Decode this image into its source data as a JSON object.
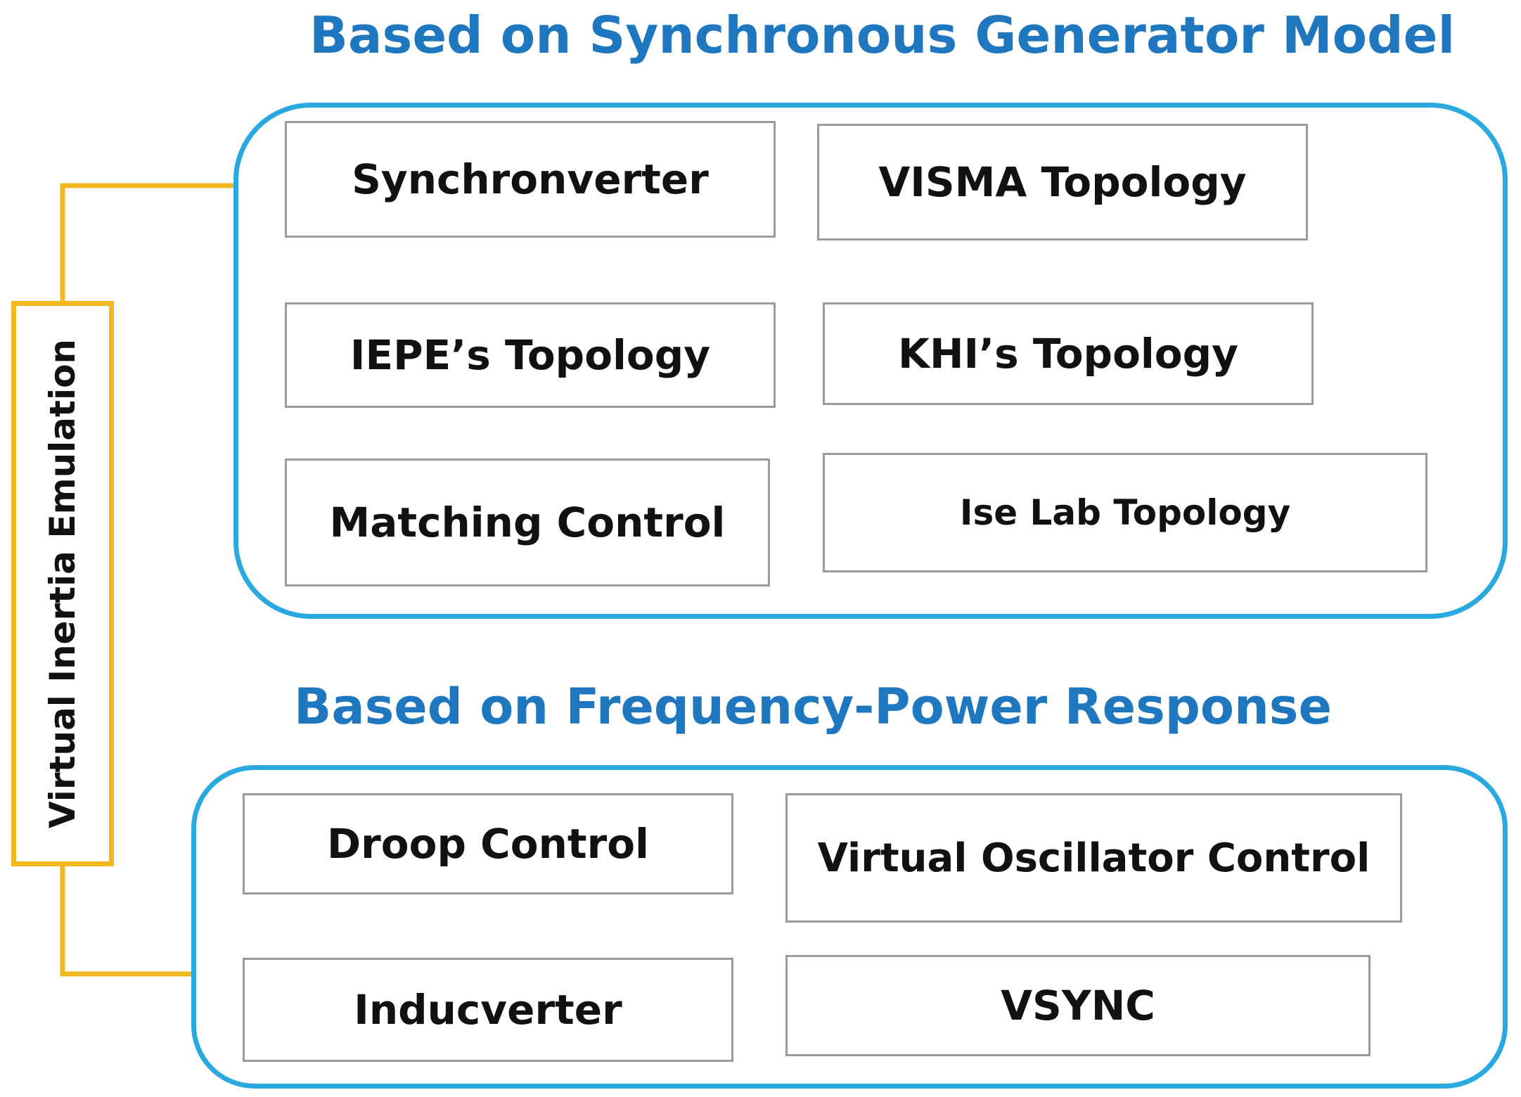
{
  "headings": {
    "top": "Based on Synchronous Generator Model",
    "bottom": "Based on Frequency-Power Response"
  },
  "side_label": "Virtual Inertia Emulation",
  "groups": {
    "top": {
      "nodes": [
        "Synchronverter",
        "VISMA Topology",
        "IEPE’s Topology",
        "KHI’s Topology",
        "Matching Control",
        "Ise Lab Topology"
      ]
    },
    "bottom": {
      "nodes": [
        "Droop Control",
        "Virtual Oscillator Control",
        "Inducverter",
        "VSYNC"
      ]
    }
  },
  "colors": {
    "heading": "#1f78bf",
    "group_border": "#2aa8e0",
    "connector": "#f2b820",
    "node_border": "#9a9a9a",
    "text": "#111111"
  }
}
